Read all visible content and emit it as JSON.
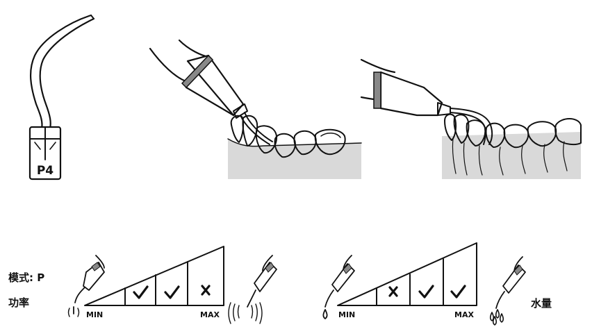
{
  "tip": {
    "label": "P4"
  },
  "power_panel": {
    "mode_label": "模式: P",
    "power_label": "功率",
    "min_label": "MIN",
    "max_label": "MAX",
    "cells": [
      "check",
      "check",
      "cross"
    ]
  },
  "water_panel": {
    "water_label": "水量",
    "min_label": "MIN",
    "max_label": "MAX",
    "cells": [
      "cross",
      "check",
      "check"
    ]
  },
  "colors": {
    "ink": "#111111",
    "gum": "#d9d9d9",
    "handle_band": "#888888"
  }
}
